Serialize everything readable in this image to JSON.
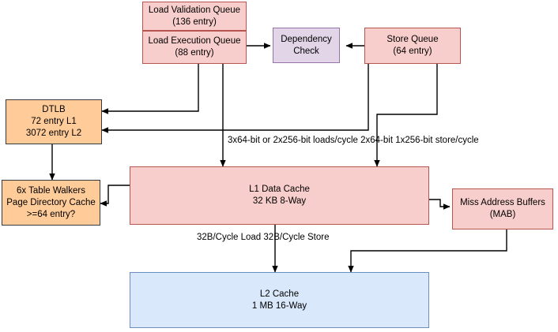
{
  "diagram": {
    "title": "Load/Store Unit and Cache Hierarchy Block Diagram",
    "colors": {
      "pink_fill": "#f8cecc",
      "pink_stroke": "#b85450",
      "purple_fill": "#e1d5e7",
      "purple_stroke": "#9673a6",
      "orange_fill": "#ffcc99",
      "orange_stroke": "#36393d",
      "blue_fill": "#dae8fc",
      "blue_stroke": "#6c8ebf",
      "edge_stroke": "#000000"
    },
    "nodes": {
      "load_validation_queue": {
        "line1": "Load Validation Queue",
        "line2": "(136 entry)"
      },
      "load_execution_queue": {
        "line1": "Load Execution Queue",
        "line2": "(88 entry)"
      },
      "dependency_check": {
        "line1": "Dependency",
        "line2": "Check"
      },
      "store_queue": {
        "line1": "Store Queue",
        "line2": "(64 entry)"
      },
      "dtlb": {
        "line1": "DTLB",
        "line2": "72 entry L1",
        "line3": "3072 entry L2"
      },
      "table_walkers": {
        "line1": "6x Table Walkers",
        "line2": "Page Directory Cache",
        "line3": ">=64 entry?"
      },
      "l1_data_cache": {
        "line1": "L1 Data Cache",
        "line2": "32 KB 8-Way"
      },
      "miss_address_buffers": {
        "line1": "Miss Address Buffers",
        "line2": "(MAB)"
      },
      "l2_cache": {
        "line1": "L2 Cache",
        "line2": "1 MB 16-Way"
      }
    },
    "edge_labels": {
      "bandwidth_to_l1": {
        "line1": "3x64-bit or 2x256-bit loads/cycle",
        "line2": "2x64-bit 1x256-bit  store/cycle"
      },
      "l1_to_l2": {
        "line1": "32B/Cycle Load",
        "line2": "32B/Cycle Store"
      }
    }
  }
}
